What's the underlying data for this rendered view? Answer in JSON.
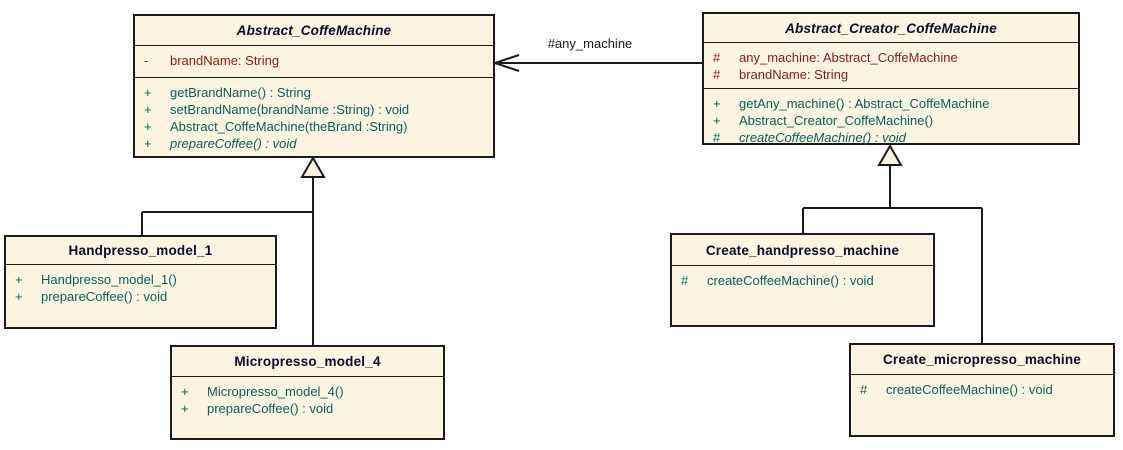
{
  "colors": {
    "box-fill": "#FBF4E2",
    "box-border": "#1a1a1a",
    "title-color": "#0b0b2b",
    "attr-color": "#8b1a1a",
    "method-color": "#0d5d5d"
  },
  "classes": [
    {
      "name": "Abstract_CoffeMachine",
      "abstract": true,
      "attributes": [
        {
          "vis": "-",
          "text": "brandName: String"
        }
      ],
      "methods": [
        {
          "vis": "+",
          "text": "getBrandName() : String"
        },
        {
          "vis": "+",
          "text": "setBrandName(brandName :String) : void"
        },
        {
          "vis": "+",
          "text": "Abstract_CoffeMachine(theBrand :String)"
        },
        {
          "vis": "+",
          "text": "prepareCoffee() : void",
          "italic": true
        }
      ]
    },
    {
      "name": "Abstract_Creator_CoffeMachine",
      "abstract": true,
      "attributes": [
        {
          "vis": "#",
          "text": "any_machine: Abstract_CoffeMachine"
        },
        {
          "vis": "#",
          "text": "brandName: String"
        }
      ],
      "methods": [
        {
          "vis": "+",
          "text": "getAny_machine() : Abstract_CoffeMachine"
        },
        {
          "vis": "+",
          "text": "Abstract_Creator_CoffeMachine()"
        },
        {
          "vis": "#",
          "text": "createCoffeeMachine() : void",
          "italic": true
        }
      ]
    },
    {
      "name": "Handpresso_model_1",
      "abstract": false,
      "attributes": [],
      "methods": [
        {
          "vis": "+",
          "text": "Handpresso_model_1()"
        },
        {
          "vis": "+",
          "text": "prepareCoffee() : void"
        }
      ]
    },
    {
      "name": "Micropresso_model_4",
      "abstract": false,
      "attributes": [],
      "methods": [
        {
          "vis": "+",
          "text": "Micropresso_model_4()"
        },
        {
          "vis": "+",
          "text": "prepareCoffee() : void"
        }
      ]
    },
    {
      "name": "Create_handpresso_machine",
      "abstract": false,
      "attributes": [],
      "methods": [
        {
          "vis": "#",
          "text": "createCoffeeMachine() : void"
        }
      ]
    },
    {
      "name": "Create_micropresso_machine",
      "abstract": false,
      "attributes": [],
      "methods": [
        {
          "vis": "#",
          "text": "createCoffeeMachine() : void"
        }
      ]
    }
  ],
  "relationships": {
    "association_label": "#any_machine"
  }
}
